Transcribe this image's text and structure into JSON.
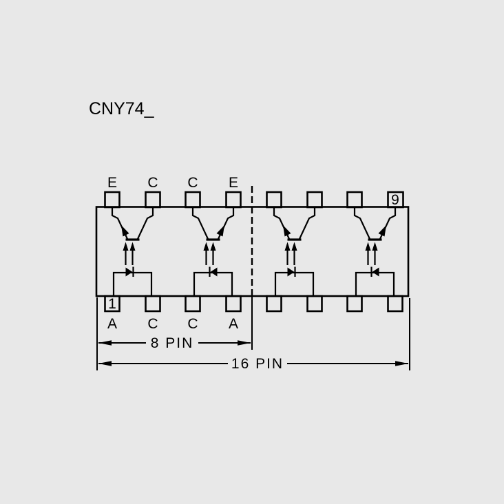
{
  "title": "CNY74_",
  "package": {
    "top_pin_labels": [
      "E",
      "C",
      "C",
      "E"
    ],
    "bottom_pin_labels": [
      "A",
      "C",
      "C",
      "A"
    ],
    "first_pin_marker": "1",
    "ninth_pin_marker": "9"
  },
  "dimension_annotations": {
    "eight_pin": "8 PIN",
    "sixteen_pin": "16 PIN"
  },
  "colors": {
    "background": "#e8e8e8",
    "line": "#000000"
  }
}
